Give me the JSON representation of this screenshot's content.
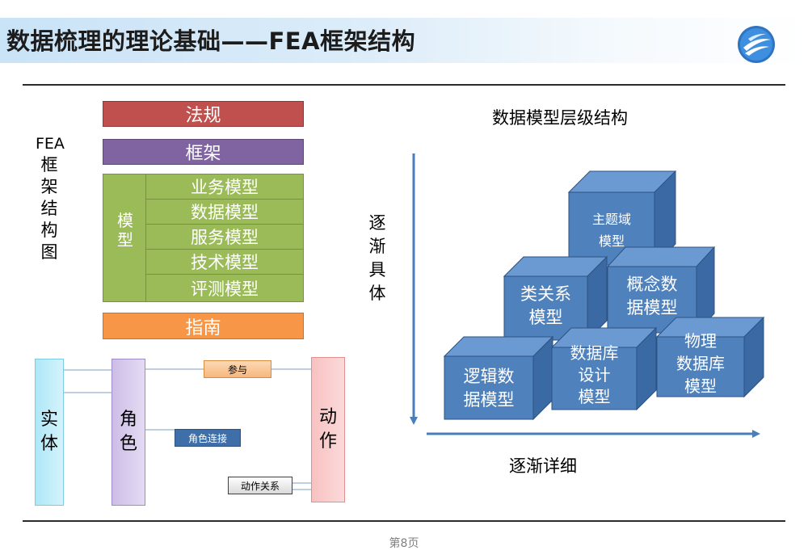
{
  "header": {
    "title": "数据梳理的理论基础——FEA框架结构"
  },
  "fea": {
    "side_label_line1": "FEA",
    "side_label_rest": [
      "框",
      "架",
      "结",
      "构",
      "图"
    ],
    "laws": "法规",
    "framework": "框架",
    "model_group": [
      "模",
      "型"
    ],
    "models": [
      "业务模型",
      "数据模型",
      "服务模型",
      "技术模型",
      "评测模型"
    ],
    "guide": "指南"
  },
  "relations": {
    "entity": [
      "实",
      "体"
    ],
    "role": [
      "角",
      "色"
    ],
    "action": [
      "动",
      "作"
    ],
    "participate": "参与",
    "role_link": "角色连接",
    "action_relation": "动作关系"
  },
  "hierarchy": {
    "title": "数据模型层级结构",
    "vertical_axis": [
      "逐",
      "渐",
      "具",
      "体"
    ],
    "horizontal_axis": "逐渐详细",
    "cubes": [
      {
        "lines": [
          "主题域",
          "模型"
        ]
      },
      {
        "lines": [
          "类关系",
          "模型"
        ]
      },
      {
        "lines": [
          "概念数",
          "据模型"
        ]
      },
      {
        "lines": [
          "逻辑数",
          "据模型"
        ]
      },
      {
        "lines": [
          "数据库",
          "设计",
          "模型"
        ]
      },
      {
        "lines": [
          "物理",
          "数据库",
          "模型"
        ]
      }
    ]
  },
  "footer": {
    "page": "第8页"
  },
  "colors": {
    "laws": "#c0504d",
    "framework": "#8064a2",
    "models": "#9bbb59",
    "guide": "#f79646",
    "cube_front": "#4f81bd",
    "cube_top": "#5f8fcb",
    "cube_side": "#3f6fa8",
    "arrow": "#4a7ebb"
  }
}
